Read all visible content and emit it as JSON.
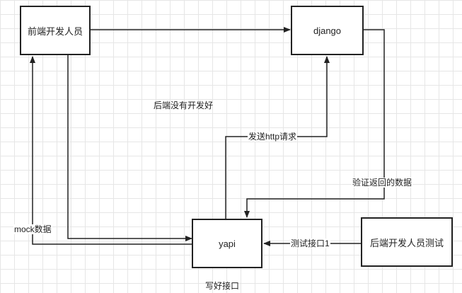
{
  "nodes": {
    "frontend_dev": "前端开发人员",
    "django": "django",
    "yapi": "yapi",
    "backend_test": "后端开发人员测试"
  },
  "edge_labels": {
    "send_http": "发送http请求",
    "verify_return": "验证返回的数据",
    "mock_data": "mock数据",
    "test_api": "测试接口1"
  },
  "annotations": {
    "backend_not_ready": "后端没有开发好",
    "write_api": "写好接口"
  },
  "colors": {
    "stroke": "#222222",
    "grid": "#e6e6e6"
  }
}
